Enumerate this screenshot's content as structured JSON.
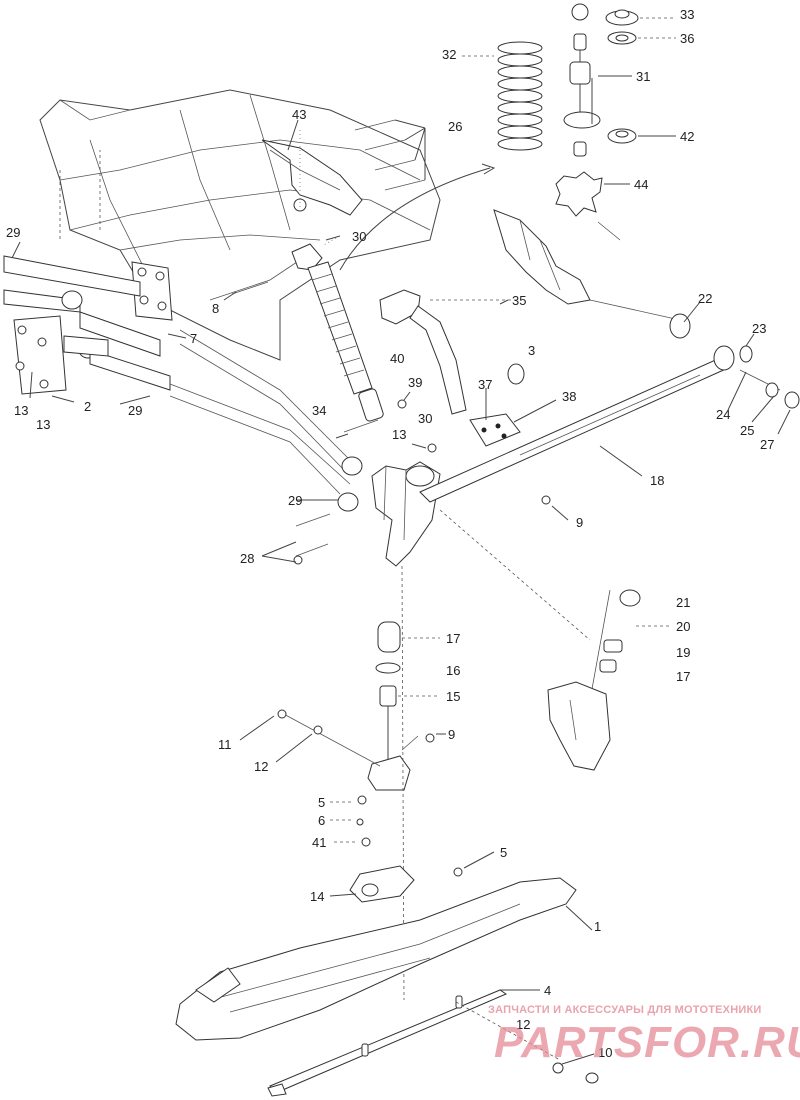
{
  "diagram": {
    "callouts": [
      {
        "id": "c33",
        "text": "33"
      },
      {
        "id": "c36",
        "text": "36"
      },
      {
        "id": "c32",
        "text": "32"
      },
      {
        "id": "c31",
        "text": "31"
      },
      {
        "id": "c42",
        "text": "42"
      },
      {
        "id": "c44",
        "text": "44"
      },
      {
        "id": "c43",
        "text": "43"
      },
      {
        "id": "c26",
        "text": "26"
      },
      {
        "id": "c30a",
        "text": "30"
      },
      {
        "id": "c29a",
        "text": "29"
      },
      {
        "id": "c8",
        "text": "8"
      },
      {
        "id": "c7",
        "text": "7"
      },
      {
        "id": "c35",
        "text": "35"
      },
      {
        "id": "c22",
        "text": "22"
      },
      {
        "id": "c23",
        "text": "23"
      },
      {
        "id": "c3",
        "text": "3"
      },
      {
        "id": "c40",
        "text": "40"
      },
      {
        "id": "c39",
        "text": "39"
      },
      {
        "id": "c37",
        "text": "37"
      },
      {
        "id": "c38",
        "text": "38"
      },
      {
        "id": "c13a",
        "text": "13"
      },
      {
        "id": "c13b",
        "text": "13"
      },
      {
        "id": "c2",
        "text": "2"
      },
      {
        "id": "c29b",
        "text": "29"
      },
      {
        "id": "c34",
        "text": "34"
      },
      {
        "id": "c30b",
        "text": "30"
      },
      {
        "id": "c24",
        "text": "24"
      },
      {
        "id": "c25",
        "text": "25"
      },
      {
        "id": "c27",
        "text": "27"
      },
      {
        "id": "c13c",
        "text": "13"
      },
      {
        "id": "c18",
        "text": "18"
      },
      {
        "id": "c29c",
        "text": "29"
      },
      {
        "id": "c9a",
        "text": "9"
      },
      {
        "id": "c28",
        "text": "28"
      },
      {
        "id": "c21",
        "text": "21"
      },
      {
        "id": "c20",
        "text": "20"
      },
      {
        "id": "c19",
        "text": "19"
      },
      {
        "id": "c17a",
        "text": "17"
      },
      {
        "id": "c17b",
        "text": "17"
      },
      {
        "id": "c16",
        "text": "16"
      },
      {
        "id": "c15",
        "text": "15"
      },
      {
        "id": "c11",
        "text": "11"
      },
      {
        "id": "c9b",
        "text": "9"
      },
      {
        "id": "c12a",
        "text": "12"
      },
      {
        "id": "c5a",
        "text": "5"
      },
      {
        "id": "c6",
        "text": "6"
      },
      {
        "id": "c41",
        "text": "41"
      },
      {
        "id": "c5b",
        "text": "5"
      },
      {
        "id": "c14",
        "text": "14"
      },
      {
        "id": "c1",
        "text": "1"
      },
      {
        "id": "c4",
        "text": "4"
      },
      {
        "id": "c12b",
        "text": "12"
      },
      {
        "id": "c10",
        "text": "10"
      }
    ]
  },
  "watermark": {
    "tagline": "ЗАПЧАСТИ И АКСЕССУАРЫ ДЛЯ МОТОТЕХНИКИ",
    "logo": "PARTSFOR.RU"
  }
}
